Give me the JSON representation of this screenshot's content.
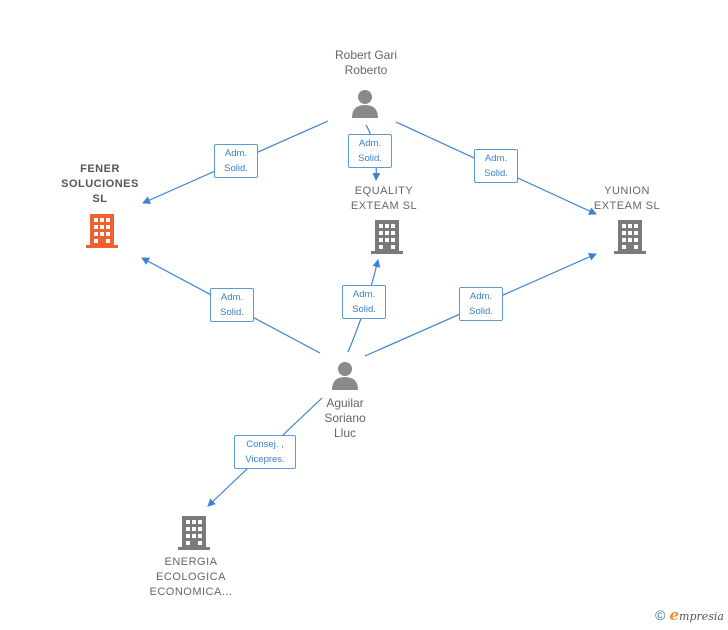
{
  "nodes": {
    "robert": {
      "label": "Robert Gari\nRoberto",
      "icon": "person-icon"
    },
    "aguilar": {
      "label": "Aguilar\nSoriano\nLluc",
      "icon": "person-icon"
    },
    "fener": {
      "label": "FENER\nSOLUCIONES\nSL",
      "icon": "building-icon"
    },
    "equality": {
      "label": "EQUALITY\nEXTEAM  SL",
      "icon": "building-icon"
    },
    "yunion": {
      "label": "YUNION\nEXTEAM SL",
      "icon": "building-icon"
    },
    "energia": {
      "label": "ENERGIA\nECOLOGICA\nECONOMICA...",
      "icon": "building-icon"
    }
  },
  "edges": {
    "robert_fener": "Adm.\nSolid.",
    "robert_equality": "Adm.\nSolid.",
    "robert_yunion": "Adm.\nSolid.",
    "aguilar_fener": "Adm.\nSolid.",
    "aguilar_equality": "Adm.\nSolid.",
    "aguilar_yunion": "Adm.\nSolid.",
    "aguilar_energia": "Consej. ,\nVicepres."
  },
  "colors": {
    "edge": "#3b82d1",
    "person": "#8a8a8a",
    "building": "#7a7a7a",
    "building_highlight": "#f0612f"
  },
  "footer": {
    "copyright": "©",
    "brand_initial": "e",
    "brand_rest": "mpresia"
  }
}
